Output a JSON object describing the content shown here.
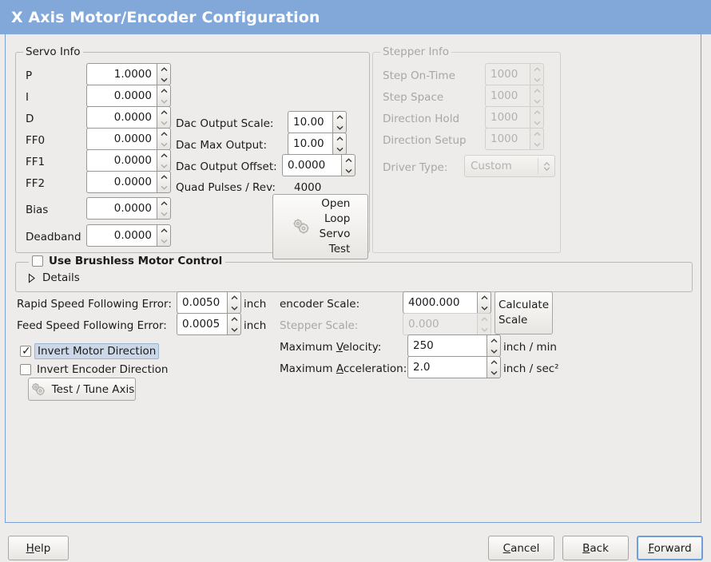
{
  "window": {
    "title": "X Axis Motor/Encoder Configuration",
    "titlebar_color": "#81a8d8",
    "background_color": "#edecea"
  },
  "servo_info": {
    "legend": "Servo Info",
    "rows": [
      {
        "label": "P",
        "value": "1.0000"
      },
      {
        "label": "I",
        "value": "0.0000"
      },
      {
        "label": "D",
        "value": "0.0000"
      },
      {
        "label": "FF0",
        "value": "0.0000"
      },
      {
        "label": "FF1",
        "value": "0.0000"
      },
      {
        "label": "FF2",
        "value": "0.0000"
      },
      {
        "label": "Bias",
        "value": "0.0000"
      },
      {
        "label": "Deadband",
        "value": "0.0000"
      }
    ],
    "dac_output_scale": {
      "label": "Dac Output Scale:",
      "value": "10.00"
    },
    "dac_max_output": {
      "label": "Dac Max Output:",
      "value": "10.00"
    },
    "dac_output_offset": {
      "label": "Dac Output Offset:",
      "value": "0.0000"
    },
    "quad_pulses_rev": {
      "label": "Quad Pulses / Rev:",
      "value": "4000"
    },
    "open_loop_test_button": {
      "line1": "Open",
      "line2": "Loop",
      "line3": "Servo",
      "line4": "Test",
      "icon": "gears-icon"
    }
  },
  "stepper_info": {
    "legend": "Stepper Info",
    "enabled": false,
    "rows": [
      {
        "label": "Step On-Time",
        "value": "1000"
      },
      {
        "label": "Step Space",
        "value": "1000"
      },
      {
        "label": "Direction Hold",
        "value": "1000"
      },
      {
        "label": "Direction Setup",
        "value": "1000"
      }
    ],
    "driver_type": {
      "label": "Driver Type:",
      "value": "Custom"
    }
  },
  "brushless": {
    "checkbox_label": "Use Brushless Motor Control",
    "checked": false,
    "details_label": "Details",
    "details_expanded": false
  },
  "tuning": {
    "rapid_following_error": {
      "label": "Rapid Speed Following Error:",
      "value": "0.0050",
      "unit": "inch"
    },
    "feed_following_error": {
      "label": "Feed Speed Following Error:",
      "value": "0.0005",
      "unit": "inch"
    },
    "invert_motor": {
      "label": "Invert Motor Direction",
      "checked": true,
      "focused": true
    },
    "invert_encoder": {
      "label": "Invert Encoder Direction",
      "checked": false,
      "focused": false
    },
    "test_tune_button": {
      "label": "Test / Tune Axis",
      "icon": "gears-icon"
    }
  },
  "scales": {
    "encoder_scale": {
      "label": "encoder Scale:",
      "value": "4000.000",
      "enabled": true
    },
    "stepper_scale": {
      "label": "Stepper Scale:",
      "value": "0.000",
      "enabled": false
    },
    "maximum_velocity": {
      "label_pre": "Maximum ",
      "label_accel": "V",
      "label_post": "elocity:",
      "value": "250",
      "unit": "inch / min"
    },
    "maximum_acceleration": {
      "label_pre": "Maximum ",
      "label_accel": "A",
      "label_post": "cceleration:",
      "value": "2.0",
      "unit": "inch / sec²"
    },
    "calculate_button": {
      "line1": "Calculate",
      "line2": "Scale"
    }
  },
  "actions": {
    "help": {
      "accel": "H",
      "rest": "elp"
    },
    "cancel": {
      "accel": "C",
      "rest": "ancel"
    },
    "back": {
      "accel": "B",
      "rest": "ack"
    },
    "forward": {
      "accel": "F",
      "rest": "orward",
      "focused": true
    }
  }
}
